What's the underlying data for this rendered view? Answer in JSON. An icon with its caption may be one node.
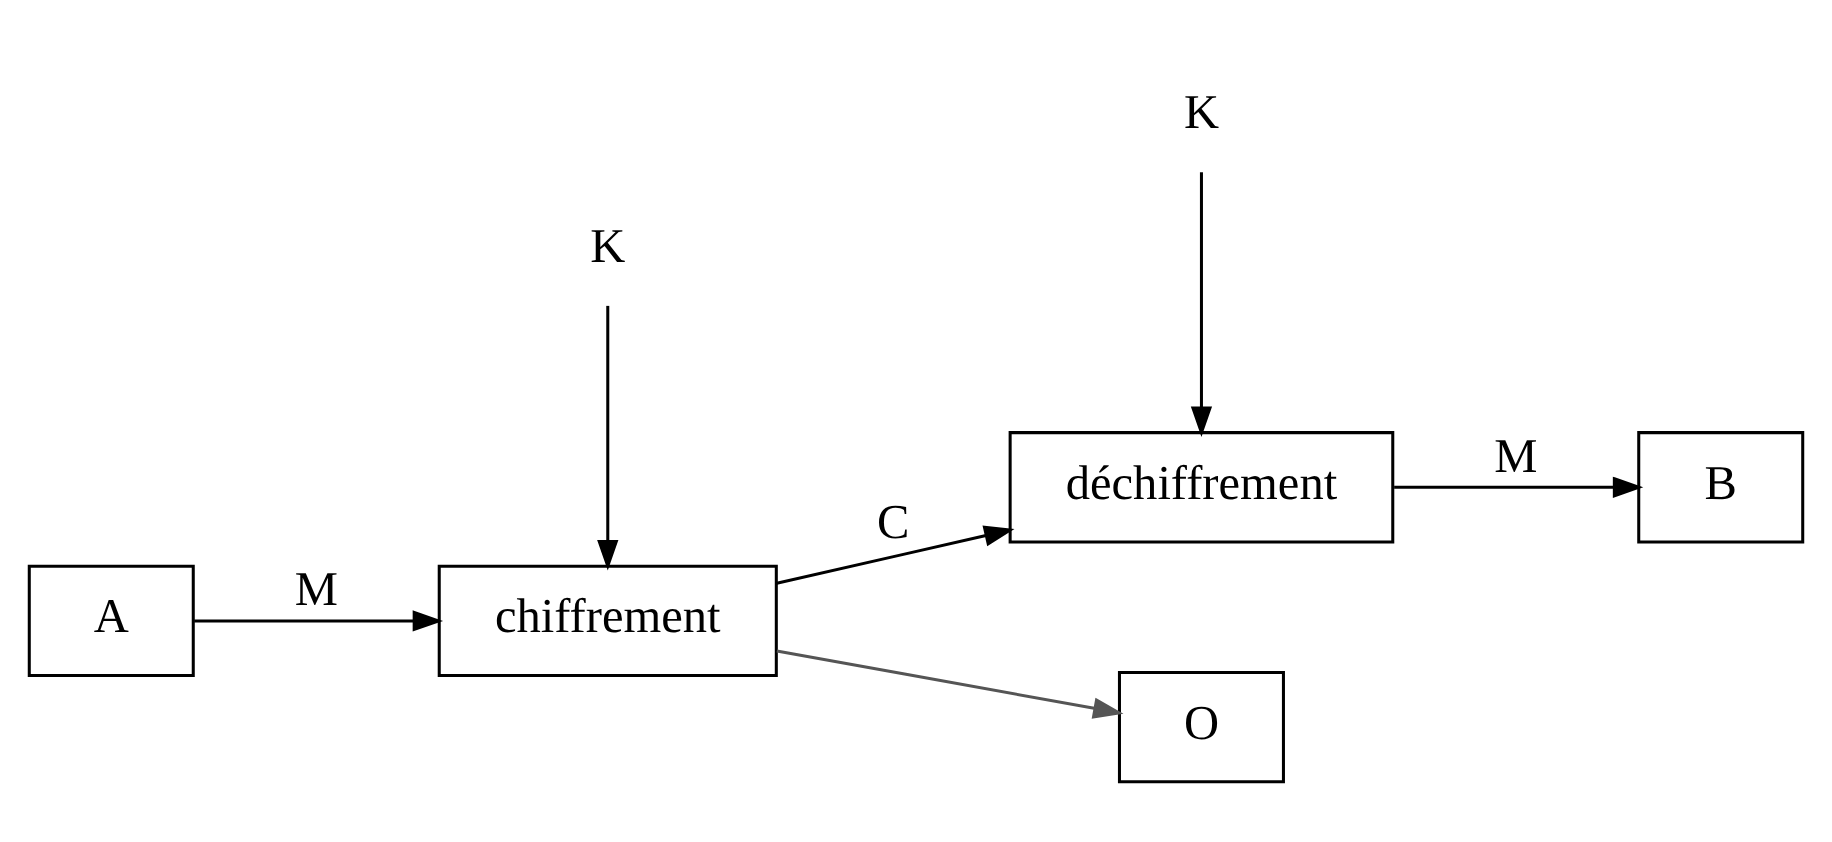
{
  "diagram": {
    "nodes": [
      {
        "text": [
          "K"
        ]
      },
      {
        "text": [
          "K"
        ]
      },
      {
        "text": [
          "A"
        ]
      },
      {
        "text": [
          "chiffrement"
        ]
      },
      {
        "text": [
          "déchiffrement"
        ]
      },
      {
        "text": [
          "B"
        ]
      },
      {
        "text": [
          "O"
        ]
      }
    ],
    "edges": [
      {
        "from": 2,
        "to": 3,
        "arrow": "to",
        "label": "M"
      },
      {
        "from": 0,
        "to": 3,
        "arrow": "to"
      },
      {
        "from": 3,
        "to": 4,
        "arrow": "to",
        "label": "C"
      },
      {
        "from": 3,
        "to": 6,
        "arrow": "to",
        "color": "#555555"
      },
      {
        "from": 1,
        "to": 4,
        "arrow": "to"
      },
      {
        "from": 4,
        "to": 5,
        "arrow": "to",
        "label": "M"
      }
    ]
  }
}
